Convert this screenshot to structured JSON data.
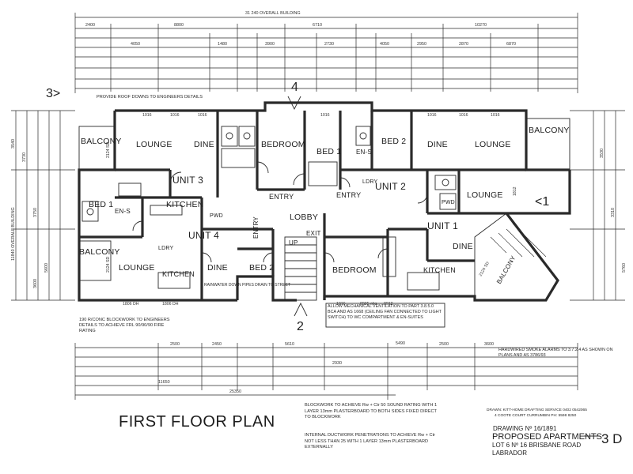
{
  "title": "FIRST FLOOR PLAN",
  "drawing": {
    "drawn_by": "DRAWN: KITT-HOME DRAFTING SERVICE 0402 0542065",
    "address_line": "4 COOTE COURT CURRUMBIN PH: 5598 8250",
    "drawing_number": "DRAWING Nº 16/1891",
    "project": "PROPOSED APARTMENTS",
    "sheet": "3 D",
    "lot": "LOT 6 Nº 16 BRISBANE ROAD",
    "suburb": "LABRADOR"
  },
  "section_markers": [
    {
      "id": "m3",
      "label": "3>"
    },
    {
      "id": "m4",
      "label": "4"
    },
    {
      "id": "m1",
      "label": "<1"
    },
    {
      "id": "m2",
      "label": "2"
    }
  ],
  "units": [
    "UNIT 3",
    "UNIT 4",
    "UNIT 2",
    "UNIT 1"
  ],
  "rooms": [
    {
      "id": "balcony-tl",
      "label": "BALCONY"
    },
    {
      "id": "lounge-u3",
      "label": "LOUNGE"
    },
    {
      "id": "dine-u3",
      "label": "DINE"
    },
    {
      "id": "bedroom-u3",
      "label": "BEDROOM"
    },
    {
      "id": "kitchen-u3",
      "label": "KITCHEN"
    },
    {
      "id": "bed1-u3",
      "label": "BED 1"
    },
    {
      "id": "ens-u3",
      "label": "EN-S"
    },
    {
      "id": "balcony-bl",
      "label": "BALCONY"
    },
    {
      "id": "lounge-u4",
      "label": "LOUNGE"
    },
    {
      "id": "kitchen-u4",
      "label": "KITCHEN"
    },
    {
      "id": "dine-u4",
      "label": "DINE"
    },
    {
      "id": "bed2-u4",
      "label": "BED 2"
    },
    {
      "id": "bed1-u2",
      "label": "BED 1"
    },
    {
      "id": "ens-u2",
      "label": "EN-S"
    },
    {
      "id": "bed2-u2",
      "label": "BED 2"
    },
    {
      "id": "dine-u2",
      "label": "DINE"
    },
    {
      "id": "lounge-u2",
      "label": "LOUNGE"
    },
    {
      "id": "balcony-tr",
      "label": "BALCONY"
    },
    {
      "id": "lounge-u1",
      "label": "LOUNGE"
    },
    {
      "id": "dine-u1",
      "label": "DINE"
    },
    {
      "id": "kitchen-u1",
      "label": "KITCHEN"
    },
    {
      "id": "bedroom-u1",
      "label": "BEDROOM"
    },
    {
      "id": "balcony-br",
      "label": "BALCONY"
    },
    {
      "id": "lobby",
      "label": "LOBBY"
    },
    {
      "id": "entry1",
      "label": "ENTRY"
    },
    {
      "id": "entry2",
      "label": "ENTRY"
    },
    {
      "id": "entry3",
      "label": "ENTRY"
    },
    {
      "id": "up",
      "label": "UP"
    },
    {
      "id": "exit",
      "label": "EXIT"
    },
    {
      "id": "lory1",
      "label": "LDRY"
    },
    {
      "id": "lory2",
      "label": "LDRY"
    },
    {
      "id": "pwd1",
      "label": "PWD"
    },
    {
      "id": "pwd2",
      "label": "PWD"
    }
  ],
  "notes": {
    "blockwork_engineers": "190 R/CONC BLOCKWORK TO ENGINEERS DETAILS TO ACHIEVE FRL 90/90/90 FIRE RATING",
    "ventilation": "ALLOW MECHANICAL VENTILATION TO PART 3.8.5.0 BCA AND AS 1668 (CEILING FAN CONNECTED TO LIGHT SWITCH) TO WC COMPARTMENT & EN-SUITES",
    "smoke_alarms": "HARDWIRED SMOKE ALARMS TO 3.7.2.4 AS SHOWN ON PLANS AND AS 3786/93",
    "sound_rating": "BLOCKWORK TO ACHIEVE Rw + Ctr 50 SOUND RATING WITH 1 LAYER 13mm PLASTERBOARD TO BOTH SIDES FIXED DIRECT TO BLOCKWORK",
    "penetrations": "INTERNAL DUCTWORK PENETRATIONS TO ACHIEVE Rw + Ctr NOT LESS THAN 25 WITH 1 LAYER 13mm PLASTERBOARD EXTERNALLY",
    "provide_roof": "PROVIDE ROOF DOWNS TO ENGINEERS DETAILS",
    "rainwater": "RAINWATER DOWN PIPES DRAIN TO STREET"
  },
  "dimensions": {
    "overall_top": "31 240 OVERALL BUILDING",
    "overall_bottom": "25350",
    "top_row": [
      "2400",
      "8800",
      "6710",
      "10270"
    ],
    "top_row2": [
      "4050",
      "1480",
      "3900",
      "2730",
      "4050",
      "2950",
      "2870",
      "6870"
    ],
    "bottom_row": [
      "5490",
      "11650"
    ],
    "bottom_row2": [
      "2500",
      "2450",
      "5610",
      "2930",
      "2500",
      "3600"
    ],
    "left_col": [
      "3540",
      "3730",
      "11840 OVERALL BUILDING",
      "3750",
      "3600",
      "5600"
    ],
    "right_col": [
      "3530",
      "3310",
      "5760"
    ],
    "door_marks": [
      "1016",
      "1016",
      "1016",
      "1016",
      "1016",
      "1016",
      "1016",
      "1016",
      "1016",
      "1016",
      "1016",
      "1016"
    ],
    "window_marks": [
      "1806 DH",
      "1806 DH",
      "0905 obs",
      "0912",
      "1812",
      "2124 SD",
      "2124 SD",
      "2124 SD"
    ]
  }
}
